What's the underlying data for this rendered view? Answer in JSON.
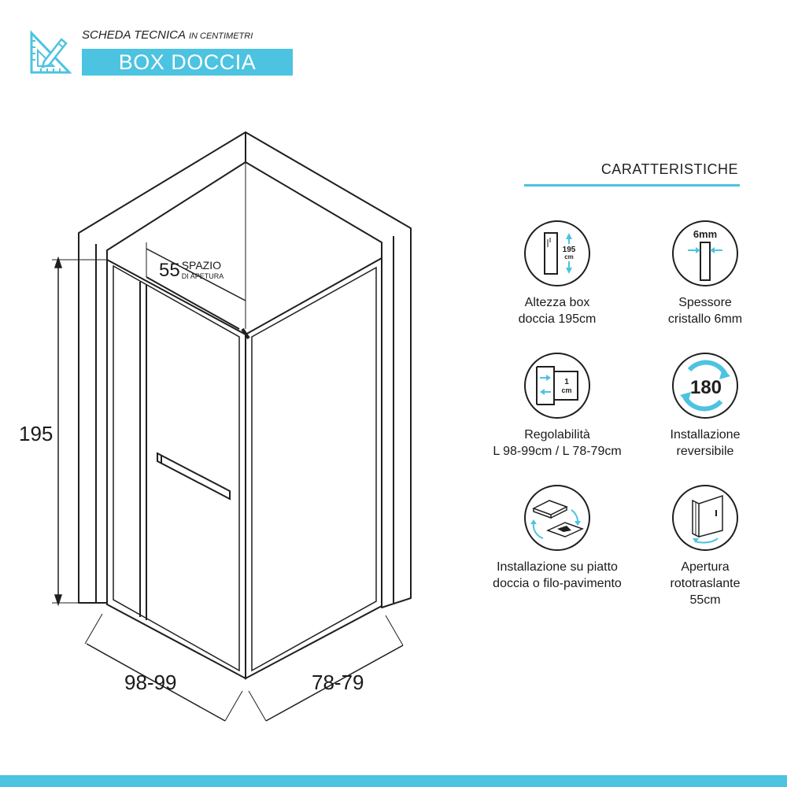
{
  "header": {
    "subtitle": "SCHEDA TECNICA",
    "subtitle_small": "IN CENTIMETRI",
    "title": "BOX DOCCIA",
    "logo_icon": "ruler-pencil-icon"
  },
  "colors": {
    "accent": "#4cc3e0",
    "line": "#1f1f1f",
    "wall": "#ffffff"
  },
  "diagram": {
    "height_label": "195",
    "width_label": "98-99",
    "depth_label": "78-79",
    "opening_value": "55",
    "opening_label_1": "SPAZIO",
    "opening_label_2": "DI APETURA"
  },
  "features": {
    "title": "CARATTERISTICHE",
    "items": [
      {
        "icon": "height-195-icon",
        "line1": "Altezza box",
        "line2": "doccia 195cm",
        "line3": "",
        "icon_text": "195",
        "icon_unit": "cm"
      },
      {
        "icon": "glass-thickness-icon",
        "line1": "Spessore",
        "line2": "cristallo 6mm",
        "line3": "",
        "icon_text": "6mm"
      },
      {
        "icon": "adjustability-icon",
        "line1": "Regolabilità",
        "line2": "L 98-99cm / L 78-79cm",
        "line3": "",
        "icon_text": "1",
        "icon_unit": "cm"
      },
      {
        "icon": "rotate-180-icon",
        "line1": "Installazione",
        "line2": "reversibile",
        "line3": "",
        "icon_text": "180"
      },
      {
        "icon": "shower-tray-icon",
        "line1": "Installazione su piatto",
        "line2": "doccia o filo-pavimento",
        "line3": ""
      },
      {
        "icon": "pivot-door-icon",
        "line1": "Apertura",
        "line2": "rototraslante",
        "line3": "55cm"
      }
    ]
  }
}
